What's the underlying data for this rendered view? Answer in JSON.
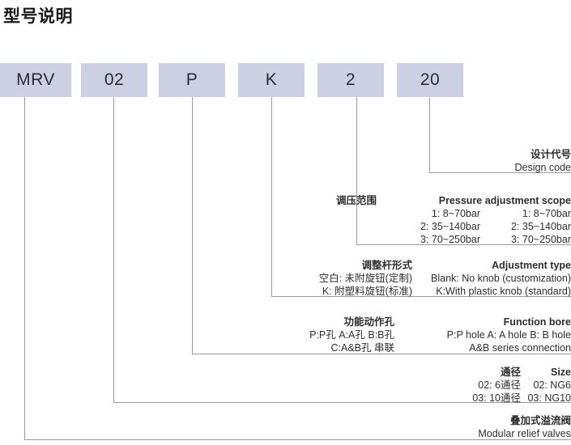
{
  "title": "型号说明",
  "code_boxes": [
    {
      "id": "series",
      "label": "MRV"
    },
    {
      "id": "size",
      "label": "02"
    },
    {
      "id": "bore",
      "label": "P"
    },
    {
      "id": "knob",
      "label": "K"
    },
    {
      "id": "pressure",
      "label": "2"
    },
    {
      "id": "design",
      "label": "20"
    }
  ],
  "callouts": {
    "design_code": {
      "heading_cn": "设计代号",
      "heading_en": "Design code"
    },
    "pressure_scope": {
      "heading_cn": "调压范围",
      "heading_en": "Pressure adjustment scope",
      "rows": [
        {
          "cn": "1: 8~70bar",
          "en": "1: 8~70bar"
        },
        {
          "cn": "2: 35~140bar",
          "en": "2: 35~140bar"
        },
        {
          "cn": "3: 70~250bar",
          "en": "3: 70~250bar"
        }
      ]
    },
    "adjustment_type": {
      "heading_cn": "调整杆形式",
      "heading_en": "Adjustment type",
      "rows": [
        {
          "cn": "空白: 未附旋钮(定制)",
          "en": "Blank: No knob (customization)"
        },
        {
          "cn": "K: 附塑料旋钮(标准)",
          "en": "K:With plastic knob (standard)"
        }
      ]
    },
    "function_bore": {
      "heading_cn": "功能动作孔",
      "heading_en": "Function bore",
      "rows": [
        {
          "cn": "P:P孔  A:A孔  B:B孔",
          "en": "P:P hole   A: A hole   B: B hole"
        },
        {
          "cn": "C:A&B孔 串联",
          "en": "A&B series connection"
        }
      ]
    },
    "size": {
      "heading_cn": "通径",
      "heading_en": "Size",
      "rows": [
        {
          "cn": "02: 6通径",
          "en": "02: NG6"
        },
        {
          "cn": "03: 10通径",
          "en": "03: NG10"
        }
      ]
    },
    "product": {
      "heading_cn": "叠加式溢流阀",
      "heading_en": "Modular relief valves"
    }
  },
  "colors": {
    "box_fill": "#ccd0e2",
    "line": "#9a9a9a",
    "text": "#2e2e2e"
  }
}
